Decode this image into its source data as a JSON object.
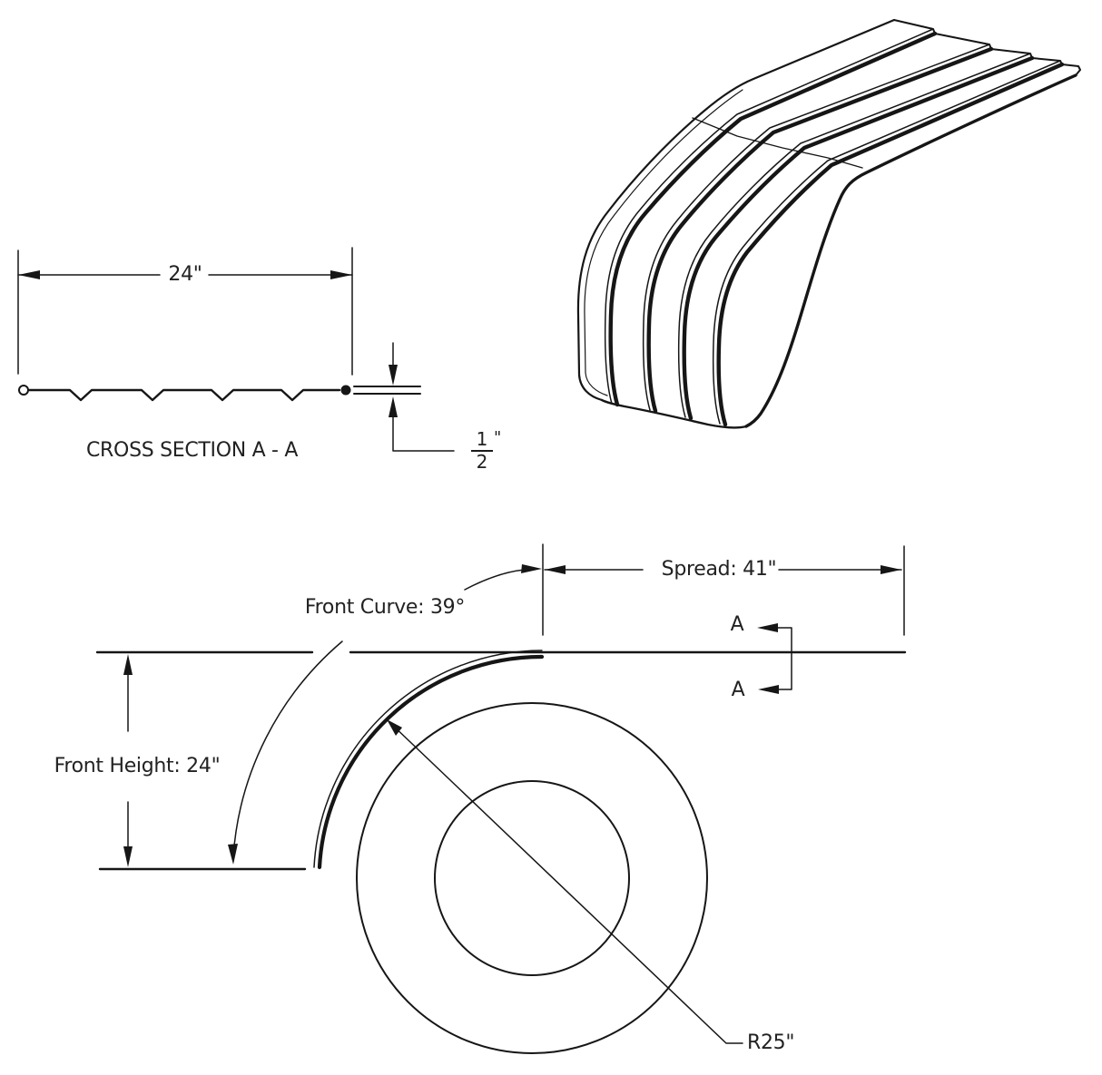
{
  "colors": {
    "background": "#ffffff",
    "line": "#161616",
    "text": "#222222"
  },
  "views": {
    "isometric": {
      "description": "fender-3d-view"
    },
    "cross_section": {
      "label": "CROSS SECTION A - A",
      "width_dimension": "24\"",
      "thickness_numerator": "1",
      "thickness_denominator": "2",
      "thickness_unit": "\""
    },
    "profile": {
      "spread_label": "Spread: 41\"",
      "front_curve_label": "Front Curve: 39°",
      "front_height_label": "Front Height: 24\"",
      "radius_label": "R25\"",
      "section_marker_top": "A",
      "section_marker_bottom": "A"
    }
  }
}
